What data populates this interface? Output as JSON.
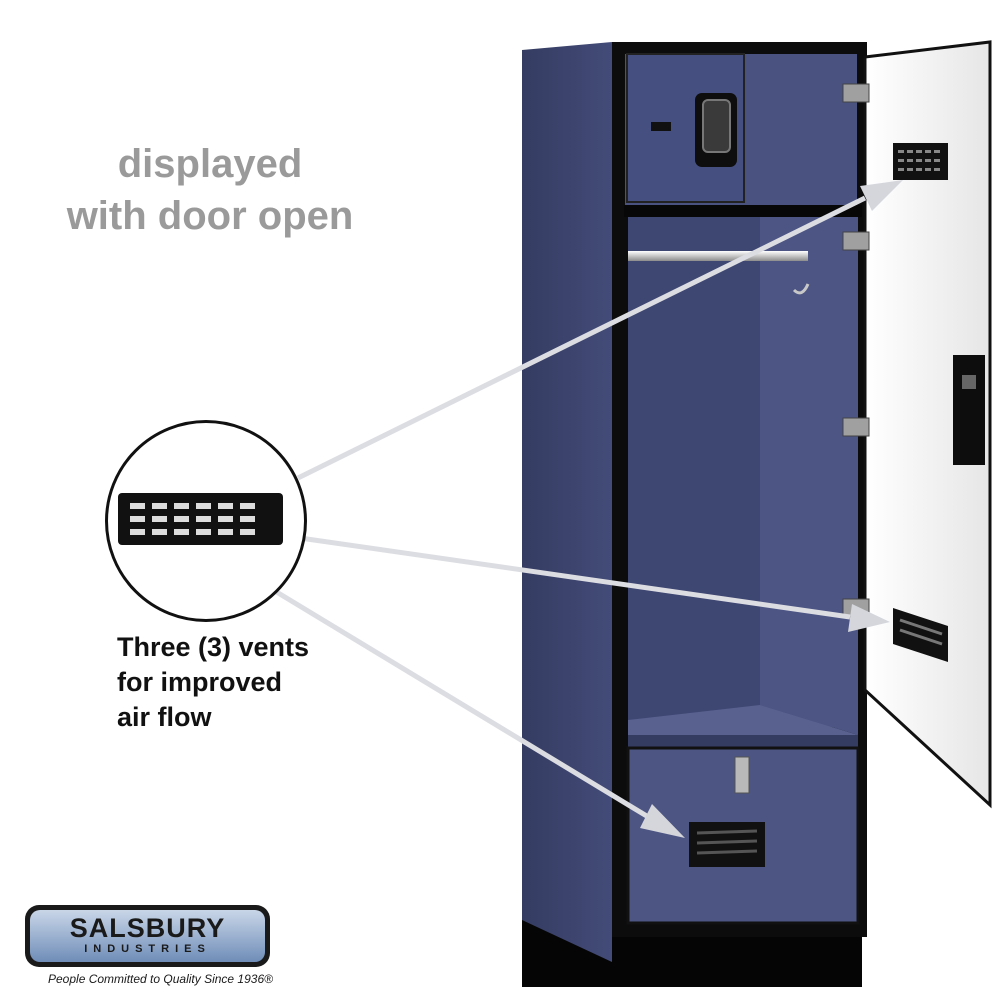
{
  "caption": {
    "line1": "displayed",
    "line2": "with door open"
  },
  "callout": {
    "line1": "Three (3) vents",
    "line2": "for improved",
    "line3": "air flow"
  },
  "logo": {
    "name": "SALSBURY",
    "sub": "INDUSTRIES",
    "tagline": "People Committed to Quality Since 1936®"
  },
  "colors": {
    "locker_body": "#3f4770",
    "locker_interior": "#4a5280",
    "door_inner": "#f4f4f4",
    "trim": "#0c0c0c",
    "arrow": "#dcdde2"
  }
}
